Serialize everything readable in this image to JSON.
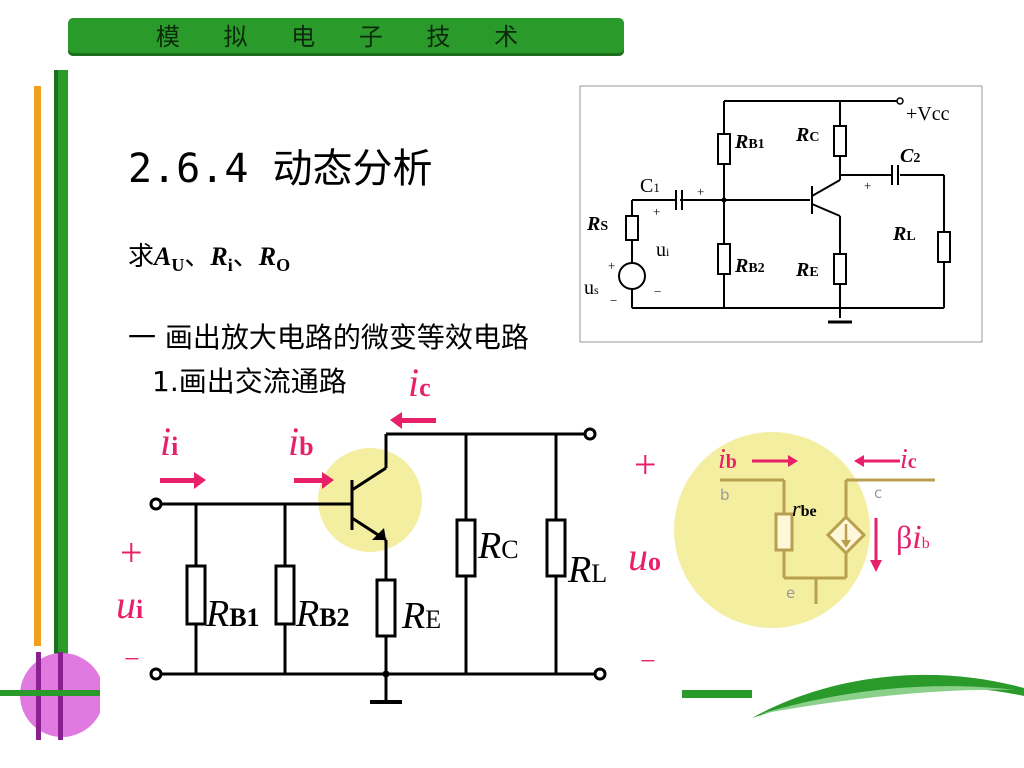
{
  "header": {
    "title": "模 拟 电 子 技 术"
  },
  "slide": {
    "title": "2.6.4  动态分析",
    "formula": {
      "prefix": "求",
      "a": "A",
      "a_sub": "U",
      "sep1": "、",
      "ri": "R",
      "ri_sub": "i",
      "sep2": "、",
      "ro": "R",
      "ro_sub": "O"
    },
    "section": "一   画出放大电路的微变等效电路",
    "subsection": "1.画出交流通路"
  },
  "top_circuit": {
    "vcc": "+Vcc",
    "rb1": "R",
    "rb1_sub": "B1",
    "rc": "R",
    "rc_sub": "C",
    "c1": "C",
    "c1_sub": "1",
    "c2": "C",
    "c2_sub": "2",
    "rs": "R",
    "rs_sub": "S",
    "ui": "u",
    "ui_sub": "i",
    "rb2": "R",
    "rb2_sub": "B2",
    "re": "R",
    "re_sub": "E",
    "rl": "R",
    "rl_sub": "L",
    "us": "u",
    "us_sub": "s",
    "plus": "+",
    "minus": "−"
  },
  "ac_circuit": {
    "ii": "i",
    "ii_sub": "i",
    "ib": "i",
    "ib_sub": "b",
    "ic": "i",
    "ic_sub": "c",
    "rb1": "R",
    "rb1_sub": "B1",
    "rb2": "R",
    "rb2_sub": "B2",
    "re": "R",
    "re_sub": "E",
    "rc": "R",
    "rc_sub": "C",
    "rl": "R",
    "rl_sub": "L",
    "ui": "u",
    "ui_sub": "i",
    "uo": "u",
    "uo_sub": "o",
    "plus": "+",
    "minus": "−"
  },
  "equiv": {
    "ib": "i",
    "ib_sub": "b",
    "ic": "i",
    "ic_sub": "c",
    "b": "b",
    "c": "c",
    "e": "e",
    "rbe": "r",
    "rbe_sub": "be",
    "beta": "β",
    "beta_i": "i",
    "beta_sub": "b"
  },
  "colors": {
    "accent_green": "#2a9a2a",
    "current_red": "#e8206a",
    "highlight": "#f3eea0"
  }
}
